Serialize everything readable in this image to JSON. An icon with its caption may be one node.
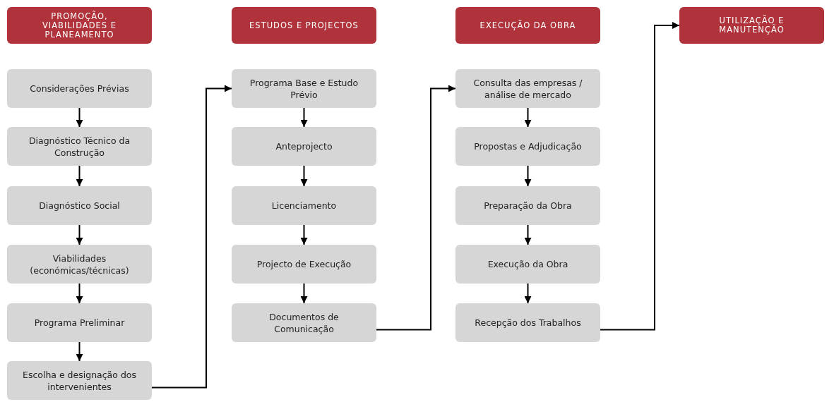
{
  "diagram": {
    "nodes": [
      {
        "text": [
          "PROMOÇÃO, VIABILIDADES E PLANEAMENTO"
        ]
      },
      {
        "text": [
          "Considerações Prévias"
        ]
      },
      {
        "text": [
          "Diagnóstico Técnico da Construção"
        ]
      },
      {
        "text": [
          "Diagnóstico Social"
        ]
      },
      {
        "text": [
          "Viabilidades (económicas/técnicas)"
        ]
      },
      {
        "text": [
          "Programa Preliminar"
        ]
      },
      {
        "text": [
          "Escolha e designação dos intervenientes"
        ]
      },
      {
        "text": [
          "ESTUDOS E PROJECTOS"
        ]
      },
      {
        "text": [
          "Programa Base e Estudo Prévio"
        ]
      },
      {
        "text": [
          "Anteprojecto"
        ]
      },
      {
        "text": [
          "Licenciamento"
        ]
      },
      {
        "text": [
          "Projecto de Execução"
        ]
      },
      {
        "text": [
          "Documentos de Comunicação"
        ]
      },
      {
        "text": [
          "EXECUÇÃO DA OBRA"
        ]
      },
      {
        "text": [
          "Consulta das empresas / análise de mercado"
        ]
      },
      {
        "text": [
          "Propostas e Adjudicação"
        ]
      },
      {
        "text": [
          "Preparação da Obra"
        ]
      },
      {
        "text": [
          "Execução da Obra"
        ]
      },
      {
        "text": [
          "Recepção dos Trabalhos"
        ]
      },
      {
        "text": [
          "UTILIZAÇÃO E MANUTENÇÃO"
        ]
      }
    ],
    "edges": [
      {
        "from": 1,
        "to": 2,
        "arrow": "to"
      },
      {
        "from": 2,
        "to": 3,
        "arrow": "to"
      },
      {
        "from": 3,
        "to": 4,
        "arrow": "to"
      },
      {
        "from": 4,
        "to": 5,
        "arrow": "to"
      },
      {
        "from": 5,
        "to": 6,
        "arrow": "to"
      },
      {
        "from": 6,
        "to": 8,
        "arrow": "to"
      },
      {
        "from": 8,
        "to": 9,
        "arrow": "to"
      },
      {
        "from": 9,
        "to": 10,
        "arrow": "to"
      },
      {
        "from": 10,
        "to": 11,
        "arrow": "to"
      },
      {
        "from": 11,
        "to": 12,
        "arrow": "to"
      },
      {
        "from": 12,
        "to": 14,
        "arrow": "to"
      },
      {
        "from": 14,
        "to": 15,
        "arrow": "to"
      },
      {
        "from": 15,
        "to": 16,
        "arrow": "to"
      },
      {
        "from": 16,
        "to": 17,
        "arrow": "to"
      },
      {
        "from": 17,
        "to": 18,
        "arrow": "to"
      },
      {
        "from": 18,
        "to": 19,
        "arrow": "to"
      }
    ]
  }
}
